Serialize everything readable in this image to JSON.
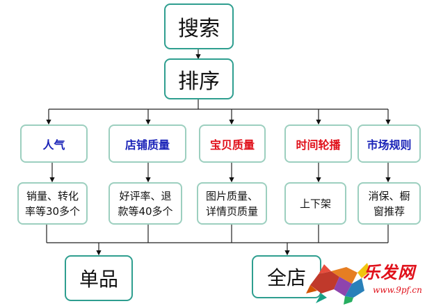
{
  "flow": {
    "top": "搜索",
    "second": "排序",
    "categories": [
      {
        "label": "人气",
        "color": "#1a23b8"
      },
      {
        "label": "店铺质量",
        "color": "#1a23b8"
      },
      {
        "label": "宝贝质量",
        "color": "#e0101a"
      },
      {
        "label": "时间轮播",
        "color": "#e0101a"
      },
      {
        "label": "市场规则",
        "color": "#1a23b8"
      }
    ],
    "details": [
      {
        "line1": "销量、转化",
        "line2": "率等30多个"
      },
      {
        "line1": "好评率、退",
        "line2": "款等40多个"
      },
      {
        "line1": "图片质量、",
        "line2": "详情页质量"
      },
      {
        "line1": "上下架",
        "line2": ""
      },
      {
        "line1": "消保、橱",
        "line2": "窗推荐"
      }
    ],
    "results": [
      "单品",
      "全店"
    ]
  },
  "watermark": {
    "brand": "乐发网",
    "url": "www.9pf.cn"
  }
}
